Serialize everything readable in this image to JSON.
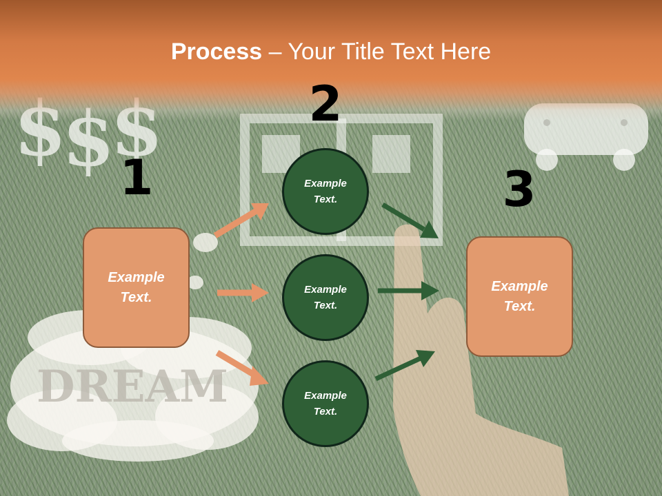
{
  "slide": {
    "title_bold": "Process",
    "title_rest": " – Your Title Text Here",
    "background_word": "DREAM",
    "colors": {
      "header": "#e0864d",
      "box_fill": "#e29a6e",
      "circle_fill": "#2f5f36",
      "arrow_orange": "#e6956a",
      "arrow_green": "#2f5f36"
    }
  },
  "steps": [
    {
      "number": "1",
      "text": "Example Text."
    },
    {
      "number": "2",
      "items": [
        {
          "text": "Example Text."
        },
        {
          "text": "Example Text."
        },
        {
          "text": "Example Text."
        }
      ]
    },
    {
      "number": "3",
      "text": "Example Text."
    }
  ]
}
